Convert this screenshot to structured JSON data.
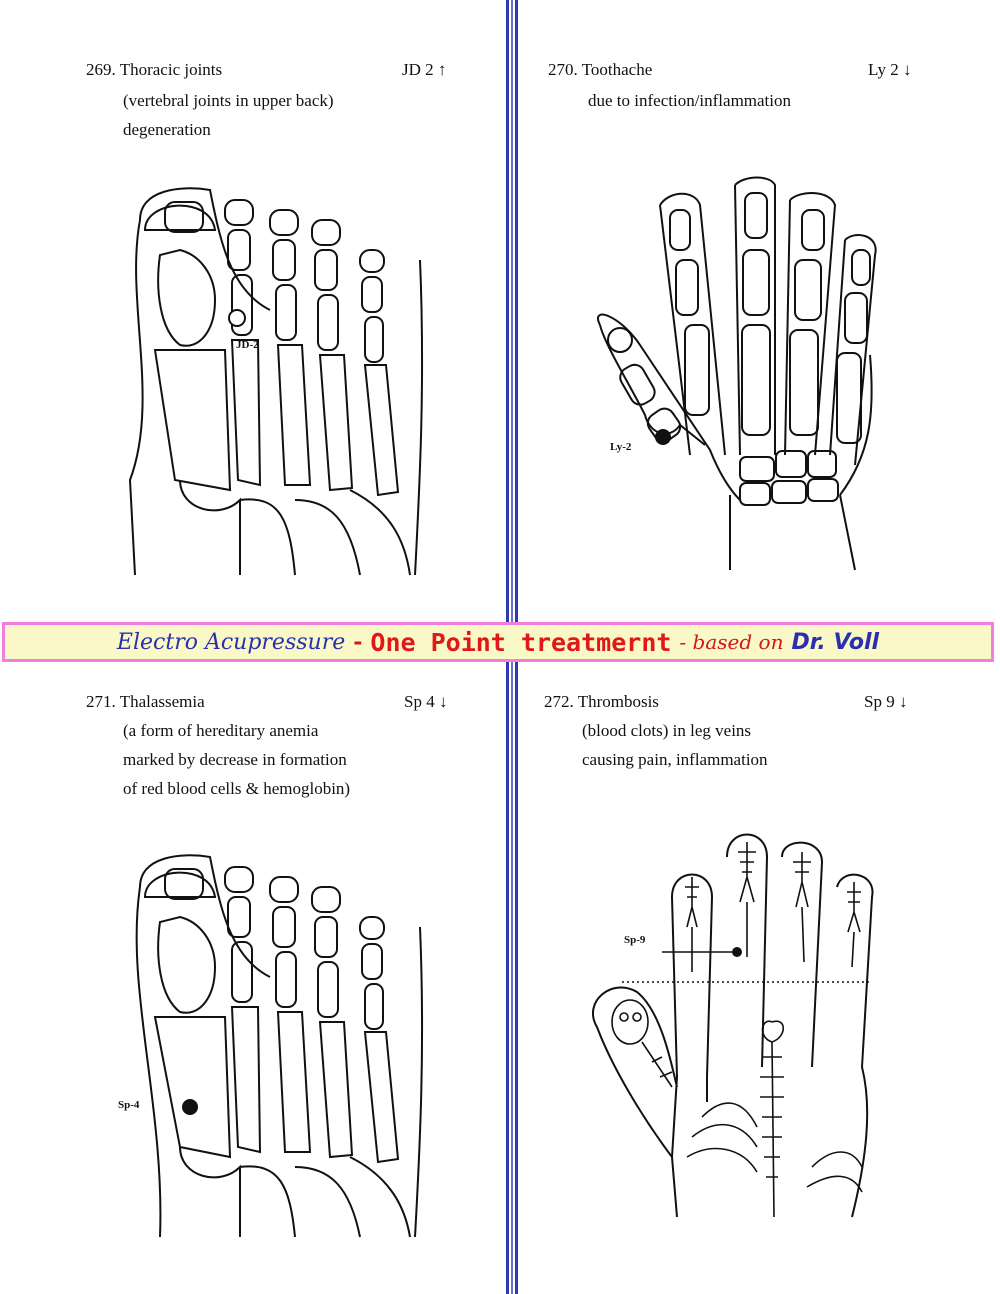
{
  "banner": {
    "part1": "Electro Acupressure",
    "dash1": "-",
    "part2": "One Point treatmernt",
    "part3": "- based on",
    "part4": "Dr. Voll"
  },
  "entries": [
    {
      "number": "269.",
      "title": "Thoracic joints",
      "code": "JD 2 ↑",
      "description": [
        "(vertebral joints in upper back)",
        "degeneration"
      ],
      "point_label": "JD-2",
      "point_style": "open"
    },
    {
      "number": "270.",
      "title": "Toothache",
      "code": "Ly 2 ↓",
      "description": [
        "due to infection/inflammation"
      ],
      "point_label": "Ly-2",
      "point_style": "filled"
    },
    {
      "number": "271.",
      "title": "Thalassemia",
      "code": "Sp 4 ↓",
      "description": [
        "(a form of hereditary anemia",
        "marked by decrease in formation",
        "of red blood cells & hemoglobin)"
      ],
      "point_label": "Sp-4",
      "point_style": "filled"
    },
    {
      "number": "272.",
      "title": "Thrombosis",
      "code": "Sp 9 ↓",
      "description": [
        "(blood clots) in leg veins",
        "causing pain, inflammation"
      ],
      "point_label": "Sp-9",
      "point_style": "filled"
    }
  ],
  "colors": {
    "divider": "#2d3bb0",
    "banner_bg": "#fbf8c8",
    "banner_border": "#f07fe0",
    "banner_blue": "#2a2fb0",
    "banner_red": "#e01818"
  }
}
